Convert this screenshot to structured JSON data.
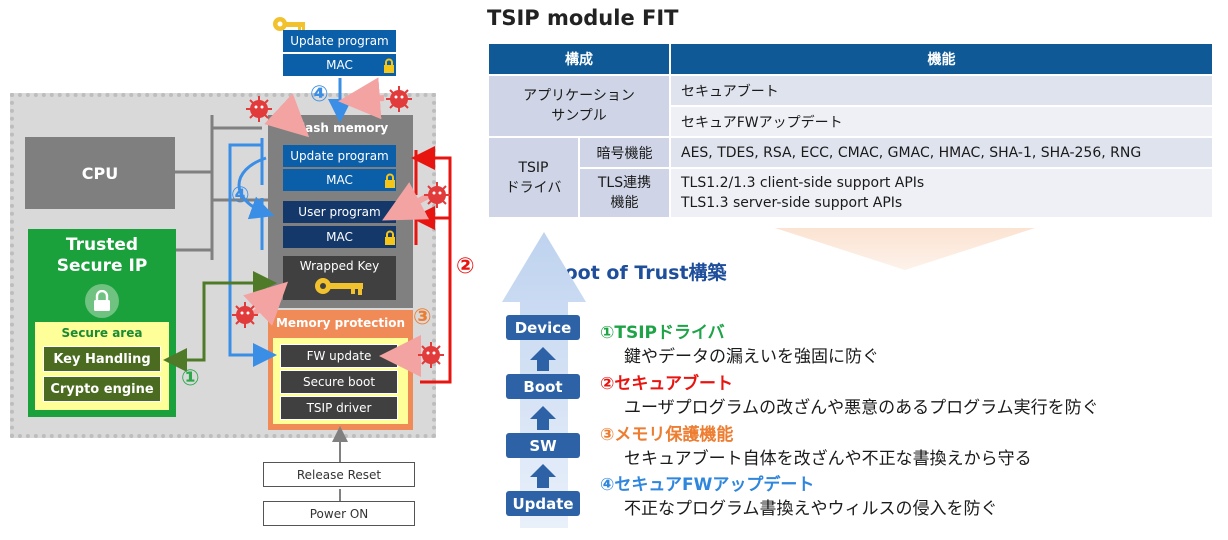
{
  "diagram": {
    "cpu": "CPU",
    "trusted_ip": "Trusted Secure IP",
    "secure_area": "Secure area",
    "key_handling": "Key Handling",
    "crypto_engine": "Crypto engine",
    "flash_memory": "Flash memory",
    "update_program": "Update program",
    "mac": "MAC",
    "user_program": "User program",
    "wrapped_key": "Wrapped Key",
    "memory_protection": "Memory protection",
    "fw_update": "FW update",
    "secure_boot": "Secure boot",
    "tsip_driver": "TSIP driver",
    "release_reset": "Release Reset",
    "power_on": "Power ON",
    "external_update_program": "Update program",
    "external_mac": "MAC",
    "num_1": "①",
    "num_2": "②",
    "num_3": "③",
    "num_4_top": "④",
    "num_4_left": "④",
    "colors": {
      "green": "#2aa84a",
      "red": "#e8140f",
      "orange": "#ed7d31",
      "blue": "#3a8ee6",
      "olive_arrow": "#4f7a28"
    }
  },
  "table": {
    "title": "TSIP module FIT",
    "headers": [
      "構成",
      "機能"
    ],
    "app_sample": "アプリケーション\nサンプル",
    "secure_boot": "セキュアブート",
    "secure_fw_update": "セキュアFWアップデート",
    "tsip_driver": "TSIP\nドライバ",
    "crypto": "暗号機能",
    "crypto_list": "AES, TDES, RSA, ECC, CMAC, GMAC, HMAC, SHA-1, SHA-256, RNG",
    "tls": "TLS連携\n機能",
    "tls_client": "TLS1.2/1.3 client-side support APIs",
    "tls_server": "TLS1.3 server-side support APIs"
  },
  "root_of_trust": {
    "title": "Root of Trust構築",
    "steps": [
      "Device",
      "Boot",
      "SW",
      "Update"
    ],
    "items": [
      {
        "title": "①TSIPドライバ",
        "desc": "鍵やデータの漏えいを強固に防ぐ",
        "color": "#1fa347"
      },
      {
        "title": "②セキュアブート",
        "desc": "ユーザプログラムの改ざんや悪意のあるプログラム実行を防ぐ",
        "color": "#e8140f"
      },
      {
        "title": "③メモリ保護機能",
        "desc": "セキュアブート自体を改ざんや不正な書換えから守る",
        "color": "#ed7d31"
      },
      {
        "title": "④セキュアFWアップデート",
        "desc": "不正なプログラム書換えやウィルスの侵入を防ぐ",
        "color": "#2f86dd"
      }
    ]
  }
}
